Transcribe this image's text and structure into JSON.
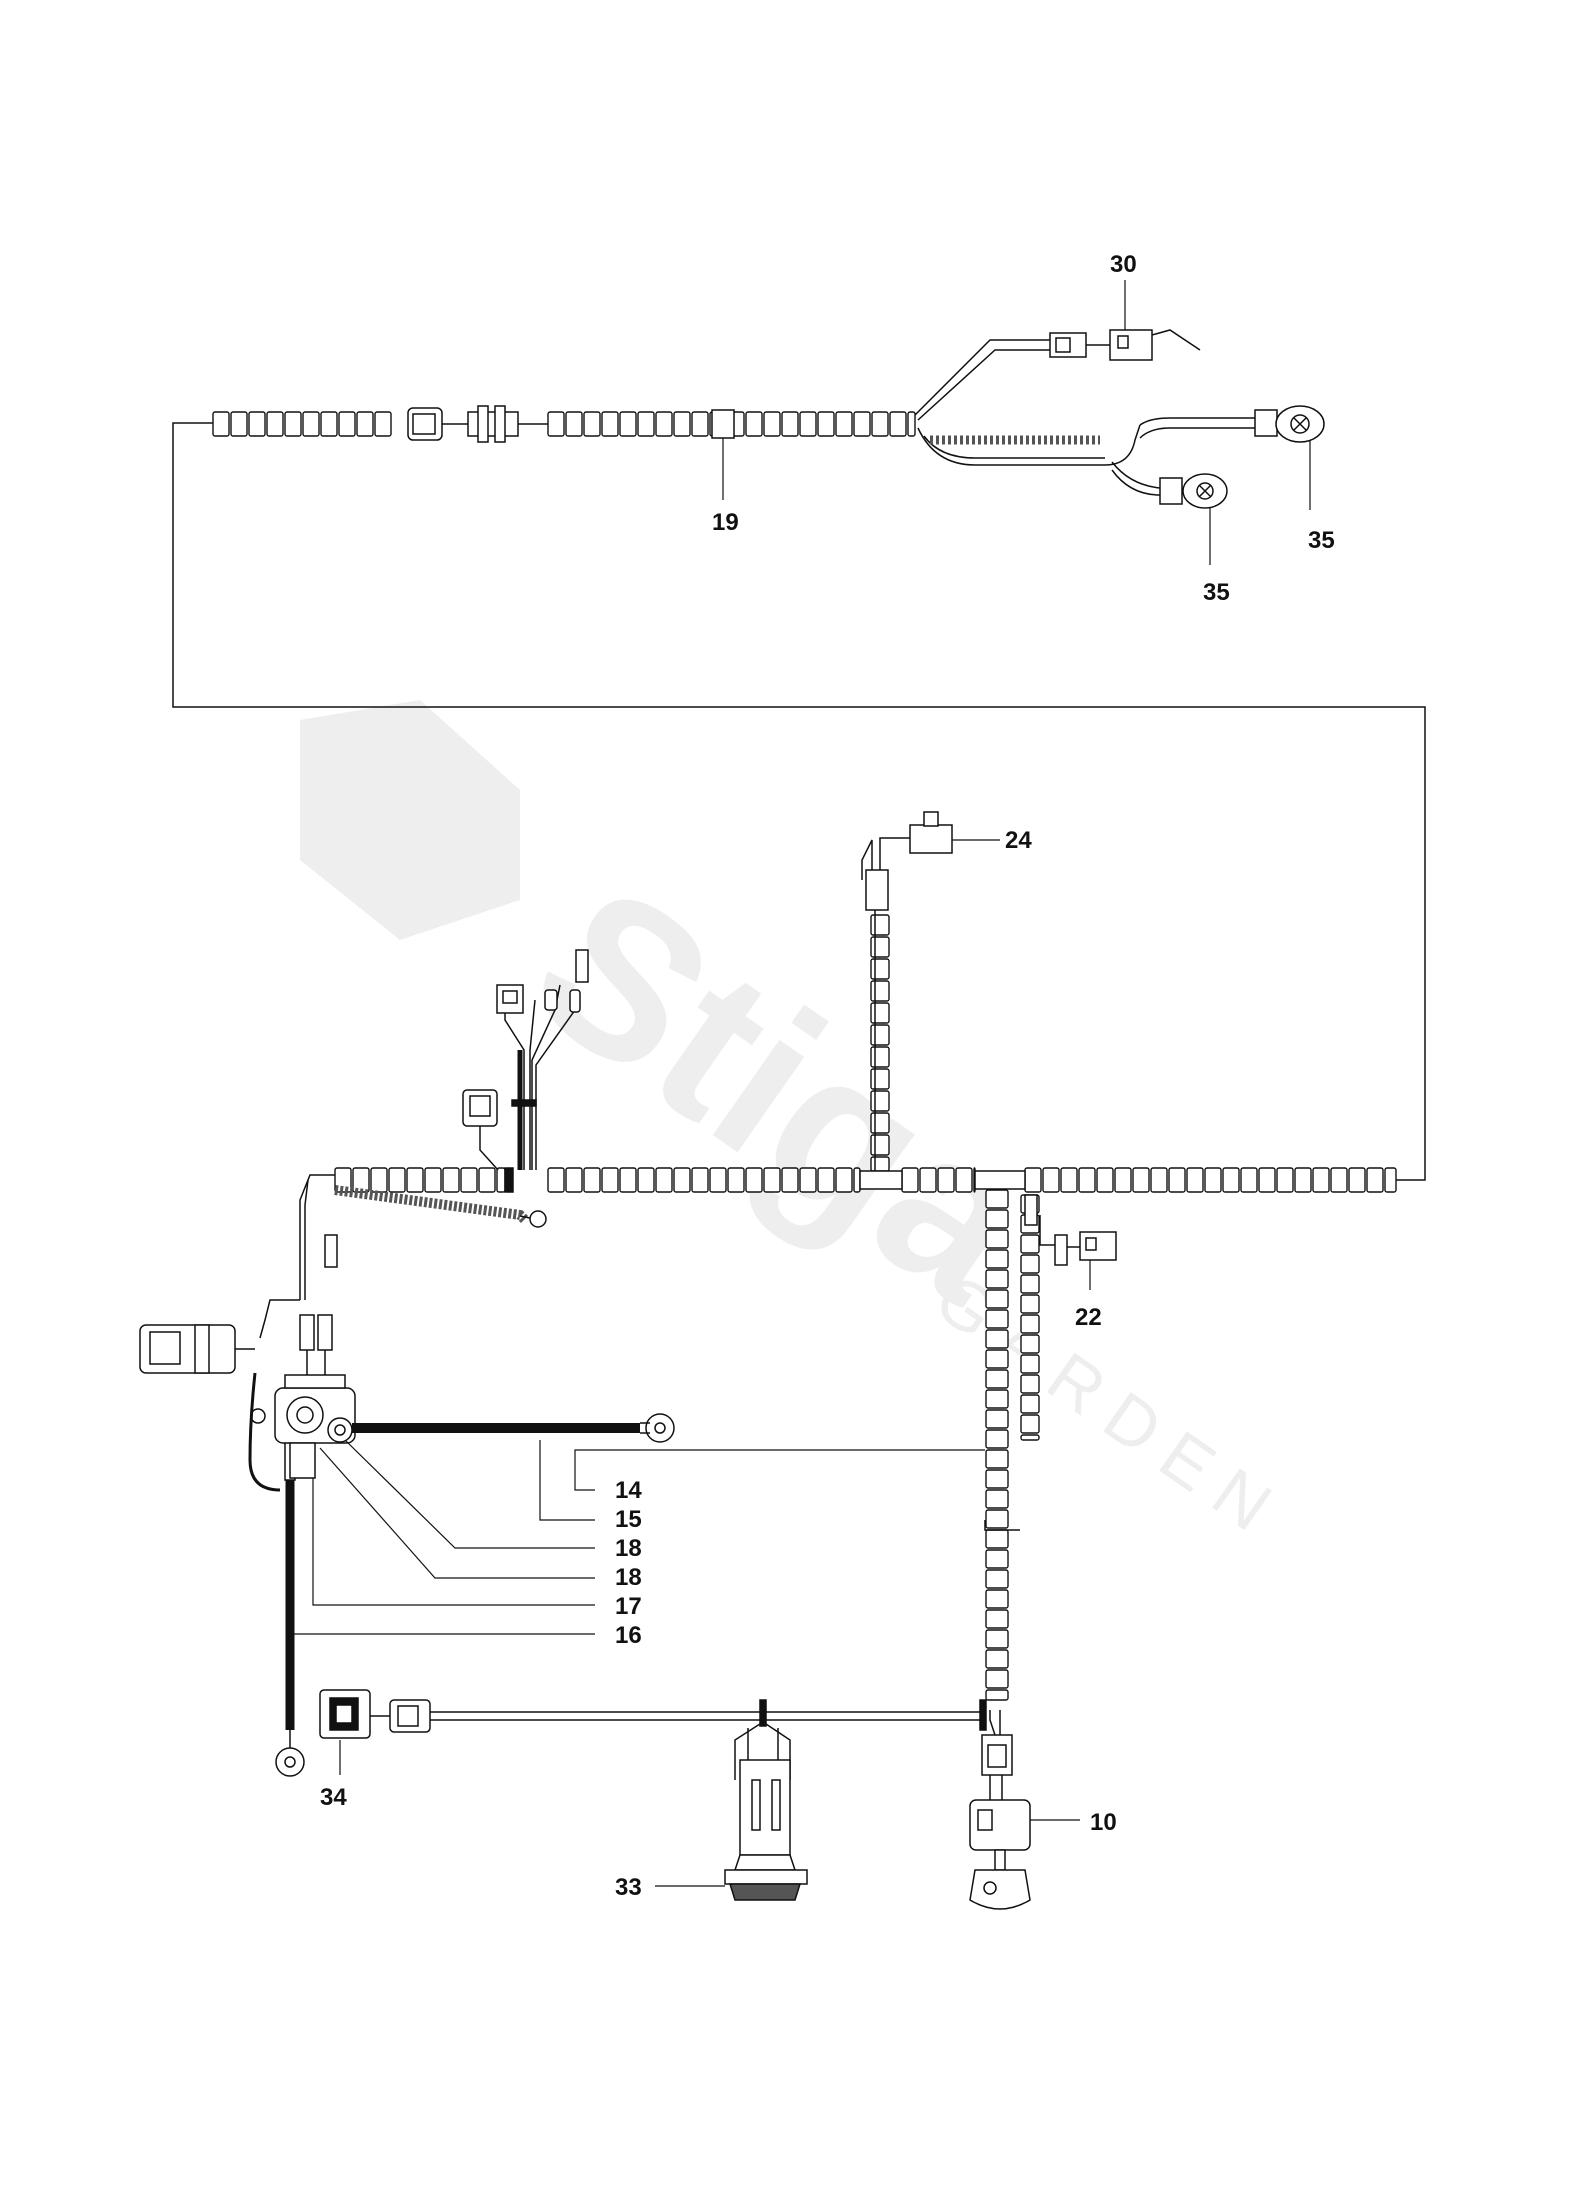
{
  "watermark": {
    "brand": "Stiga",
    "sub": "GARDEN",
    "color": "#efefef"
  },
  "callouts": {
    "c30": "30",
    "c19": "19",
    "c35a": "35",
    "c35b": "35",
    "c24": "24",
    "c22": "22",
    "c14": "14",
    "c15": "15",
    "c18a": "18",
    "c18b": "18",
    "c17": "17",
    "c16": "16",
    "c34": "34",
    "c33": "33",
    "c10": "10"
  },
  "colors": {
    "line": "#111111",
    "sleeve_fill": "#ffffff",
    "braid": "#555555"
  }
}
